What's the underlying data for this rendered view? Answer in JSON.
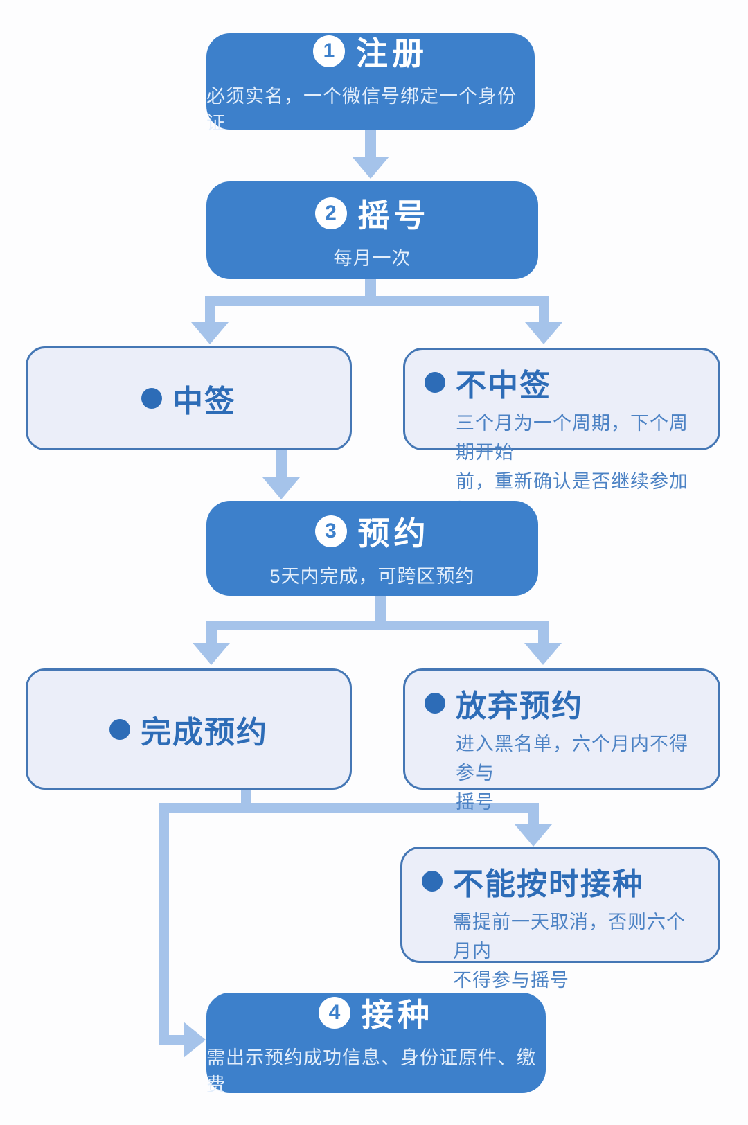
{
  "colors": {
    "step_box_fill": "#3d80cb",
    "step_box_text": "#ffffff",
    "step_subtitle_text": "#e3eefb",
    "outcome_box_fill": "#ebeef9",
    "outcome_box_border": "#4577b5",
    "outcome_title_text": "#2d6cb7",
    "outcome_desc_text": "#4c82c4",
    "connector": "#a5c3ea",
    "background": "#fdfdfe"
  },
  "flow": {
    "steps": [
      {
        "number": "1",
        "title": "注册",
        "subtitle": "必须实名，一个微信号绑定一个身份证"
      },
      {
        "number": "2",
        "title": "摇号",
        "subtitle": "每月一次"
      },
      {
        "number": "3",
        "title": "预约",
        "subtitle": "5天内完成，可跨区预约"
      },
      {
        "number": "4",
        "title": "接种",
        "subtitle": "需出示预约成功信息、身份证原件、缴费"
      }
    ],
    "outcomes": [
      {
        "title": "中签",
        "description": ""
      },
      {
        "title": "不中签",
        "description": "三个月为一个周期，下个周期开始\n前，重新确认是否继续参加摇号"
      },
      {
        "title": "完成预约",
        "description": ""
      },
      {
        "title": "放弃预约",
        "description": "进入黑名单，六个月内不得参与\n摇号"
      },
      {
        "title": "不能按时接种",
        "description": "需提前一天取消，否则六个月内\n不得参与摇号"
      }
    ]
  }
}
